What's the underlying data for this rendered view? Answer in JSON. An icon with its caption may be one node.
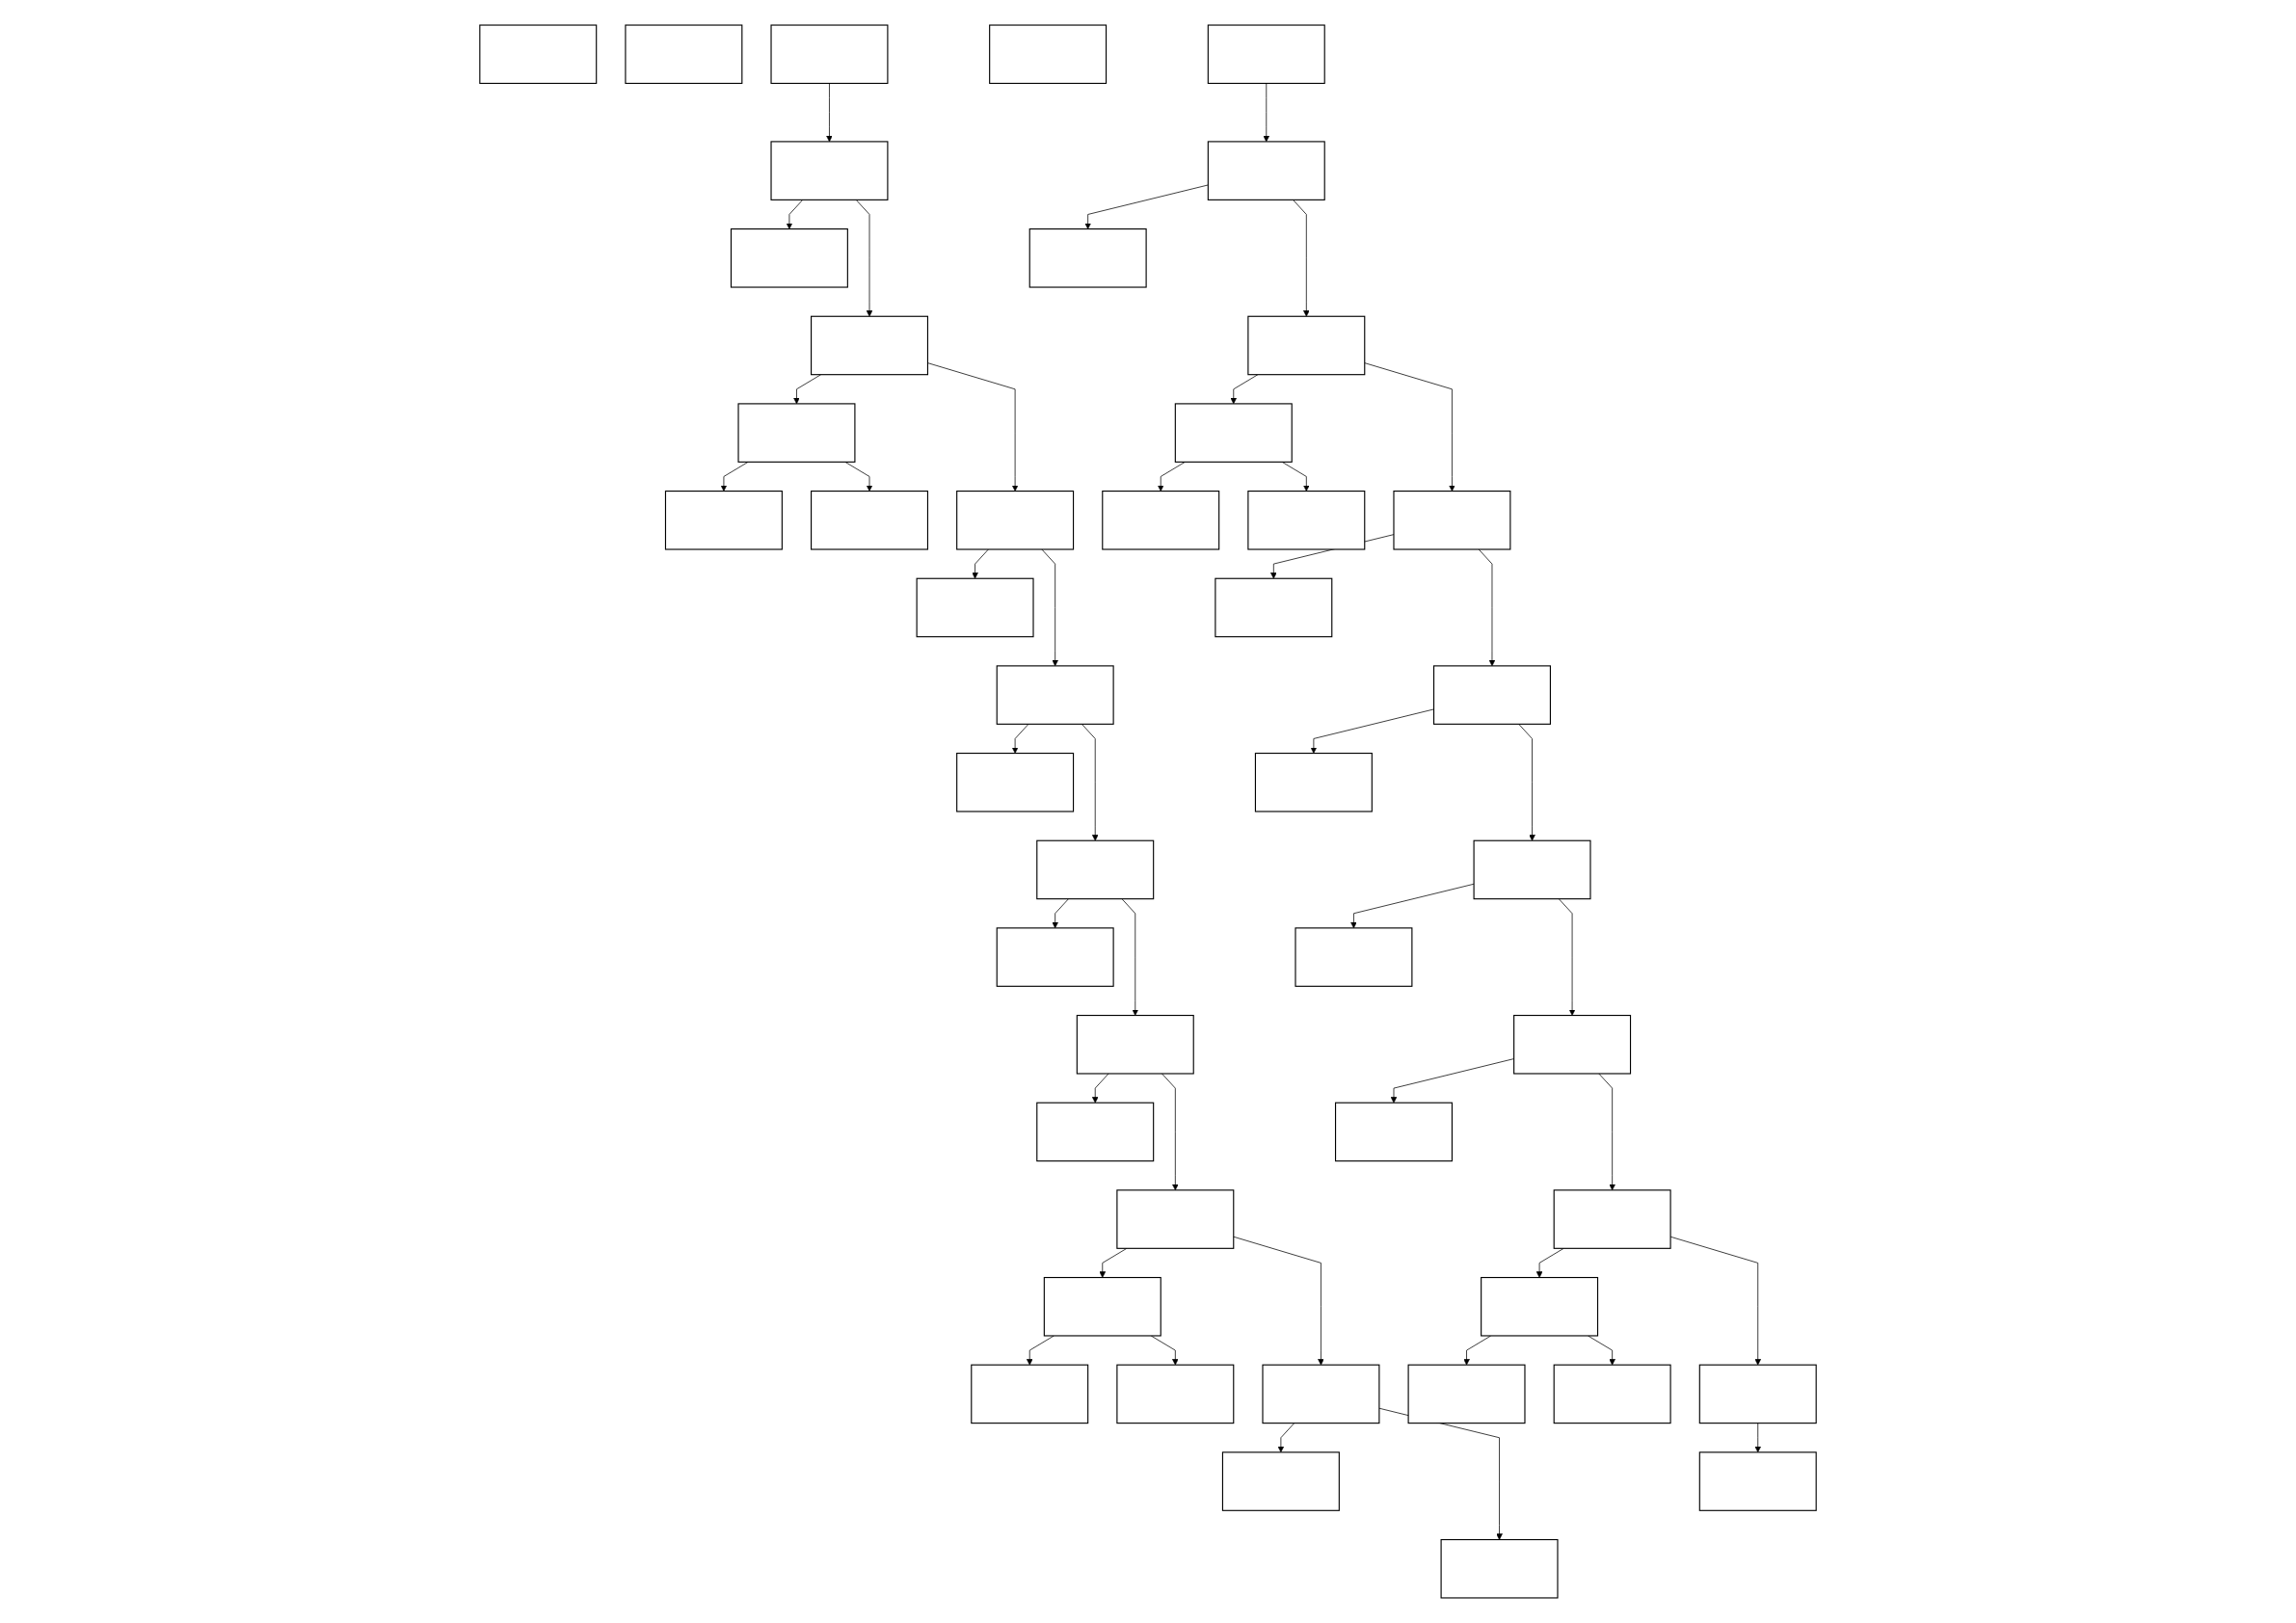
{
  "diagram": {
    "nodes": [
      {
        "text": [],
        "shape": "box"
      },
      {
        "text": [],
        "shape": "box"
      },
      {
        "text": [],
        "shape": "box"
      },
      {
        "text": [],
        "shape": "box"
      },
      {
        "text": [],
        "shape": "box"
      },
      {
        "text": [],
        "shape": "box"
      },
      {
        "text": [],
        "shape": "box"
      },
      {
        "text": [],
        "shape": "box"
      },
      {
        "text": [],
        "shape": "box"
      },
      {
        "text": [],
        "shape": "box"
      },
      {
        "text": [],
        "shape": "box"
      },
      {
        "text": [],
        "shape": "box"
      },
      {
        "text": [],
        "shape": "box"
      },
      {
        "text": [],
        "shape": "box"
      },
      {
        "text": [],
        "shape": "box"
      },
      {
        "text": [],
        "shape": "box"
      },
      {
        "text": [],
        "shape": "box"
      },
      {
        "text": [],
        "shape": "box"
      },
      {
        "text": [],
        "shape": "box"
      },
      {
        "text": [],
        "shape": "box"
      },
      {
        "text": [],
        "shape": "box"
      },
      {
        "text": [],
        "shape": "box"
      },
      {
        "text": [],
        "shape": "box"
      },
      {
        "text": [],
        "shape": "box"
      },
      {
        "text": [],
        "shape": "box"
      },
      {
        "text": [],
        "shape": "box"
      },
      {
        "text": [],
        "shape": "box"
      },
      {
        "text": [],
        "shape": "box"
      },
      {
        "text": [],
        "shape": "box"
      },
      {
        "text": [],
        "shape": "box"
      },
      {
        "text": [],
        "shape": "box"
      },
      {
        "text": [],
        "shape": "box"
      },
      {
        "text": [],
        "shape": "box"
      },
      {
        "text": [],
        "shape": "box"
      },
      {
        "text": [],
        "shape": "box"
      },
      {
        "text": [],
        "shape": "box"
      },
      {
        "text": [],
        "shape": "box"
      },
      {
        "text": [],
        "shape": "box"
      },
      {
        "text": [],
        "shape": "box"
      },
      {
        "text": [],
        "shape": "box"
      },
      {
        "text": [],
        "shape": "box"
      },
      {
        "text": [],
        "shape": "box"
      },
      {
        "text": [],
        "shape": "box"
      },
      {
        "text": [],
        "shape": "box"
      },
      {
        "text": [],
        "shape": "box"
      },
      {
        "text": [],
        "shape": "box"
      }
    ],
    "edges": [
      {
        "from": 2,
        "to": 3,
        "arrow": "to"
      },
      {
        "from": 3,
        "to": 4,
        "arrow": "to"
      },
      {
        "from": 3,
        "to": 5,
        "arrow": "to"
      },
      {
        "from": 5,
        "to": 6,
        "arrow": "to"
      },
      {
        "from": 6,
        "to": 7,
        "arrow": "to"
      },
      {
        "from": 6,
        "to": 8,
        "arrow": "to"
      },
      {
        "from": 5,
        "to": 9,
        "arrow": "to"
      },
      {
        "from": 9,
        "to": 10,
        "arrow": "to"
      },
      {
        "from": 9,
        "to": 11,
        "arrow": "to"
      },
      {
        "from": 11,
        "to": 12,
        "arrow": "to"
      },
      {
        "from": 11,
        "to": 13,
        "arrow": "to"
      },
      {
        "from": 13,
        "to": 14,
        "arrow": "to"
      },
      {
        "from": 13,
        "to": 15,
        "arrow": "to"
      },
      {
        "from": 15,
        "to": 16,
        "arrow": "to"
      },
      {
        "from": 15,
        "to": 17,
        "arrow": "to"
      },
      {
        "from": 17,
        "to": 18,
        "arrow": "to"
      },
      {
        "from": 18,
        "to": 19,
        "arrow": "to"
      },
      {
        "from": 18,
        "to": 20,
        "arrow": "to"
      },
      {
        "from": 17,
        "to": 21,
        "arrow": "to"
      },
      {
        "from": 21,
        "to": 22,
        "arrow": "to"
      },
      {
        "from": 21,
        "to": 23,
        "arrow": "to"
      },
      {
        "from": 25,
        "to": 26,
        "arrow": "to"
      },
      {
        "from": 26,
        "to": 27,
        "arrow": "to"
      },
      {
        "from": 26,
        "to": 28,
        "arrow": "to"
      },
      {
        "from": 28,
        "to": 29,
        "arrow": "to"
      },
      {
        "from": 29,
        "to": 30,
        "arrow": "to"
      },
      {
        "from": 29,
        "to": 31,
        "arrow": "to"
      },
      {
        "from": 28,
        "to": 32,
        "arrow": "to"
      },
      {
        "from": 32,
        "to": 33,
        "arrow": "to"
      },
      {
        "from": 32,
        "to": 34,
        "arrow": "to"
      },
      {
        "from": 34,
        "to": 35,
        "arrow": "to"
      },
      {
        "from": 34,
        "to": 36,
        "arrow": "to"
      },
      {
        "from": 36,
        "to": 37,
        "arrow": "to"
      },
      {
        "from": 36,
        "to": 38,
        "arrow": "to"
      },
      {
        "from": 38,
        "to": 39,
        "arrow": "to"
      },
      {
        "from": 38,
        "to": 40,
        "arrow": "to"
      },
      {
        "from": 40,
        "to": 41,
        "arrow": "to"
      },
      {
        "from": 41,
        "to": 42,
        "arrow": "to"
      },
      {
        "from": 41,
        "to": 43,
        "arrow": "to"
      },
      {
        "from": 40,
        "to": 44,
        "arrow": "to"
      },
      {
        "from": 44,
        "to": 45,
        "arrow": "to"
      }
    ]
  }
}
